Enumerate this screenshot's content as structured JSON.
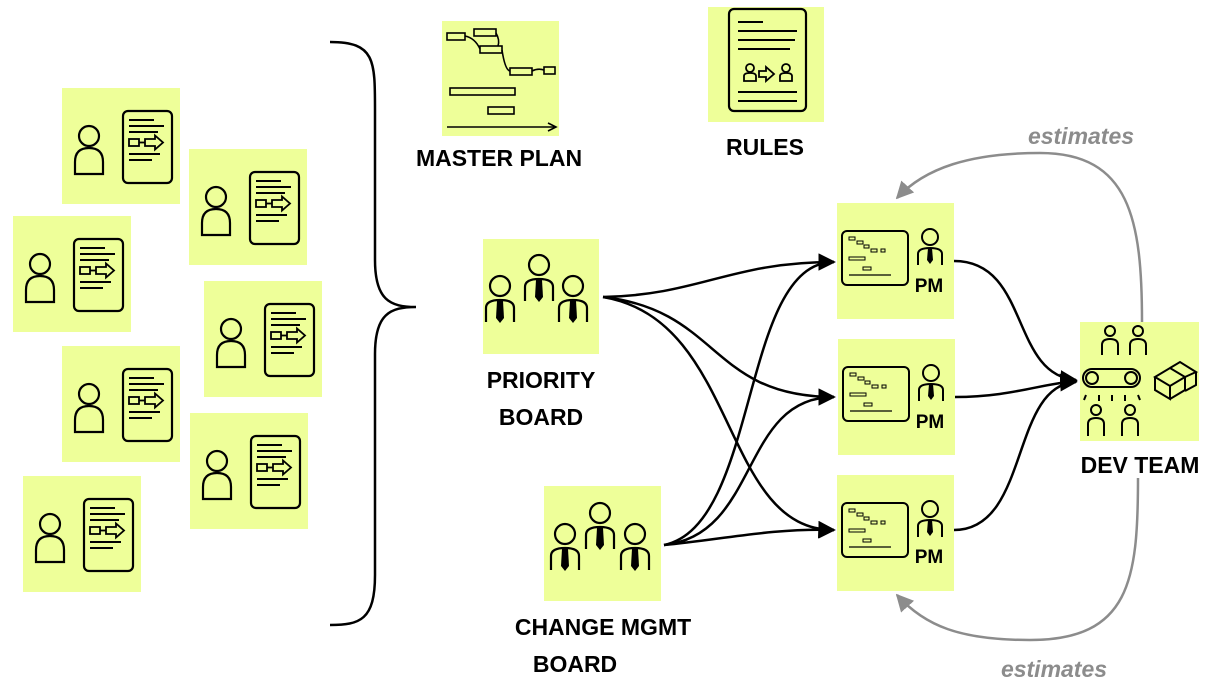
{
  "labels": {
    "master_plan": "MASTER PLAN",
    "rules": "RULES",
    "priority_board_line1": "PRIORITY",
    "priority_board_line2": "BOARD",
    "change_board_line1": "CHANGE MGMT",
    "change_board_line2": "BOARD",
    "dev_team": "DEV TEAM",
    "pm": "PM",
    "estimates_top": "estimates",
    "estimates_bottom": "estimates"
  },
  "colors": {
    "sticky_note": "#eeff99",
    "connector": "#000000",
    "estimates_arrow": "#8c8c8c"
  },
  "icons": {
    "requester_note": "person-with-document-icon",
    "master_plan": "gantt-chart-icon",
    "rules": "rules-document-icon",
    "priority_board": "board-members-icon",
    "change_board": "board-members-icon",
    "project_manager": "gantt-with-pm-icon",
    "dev_team": "team-conveyor-boxes-icon"
  }
}
